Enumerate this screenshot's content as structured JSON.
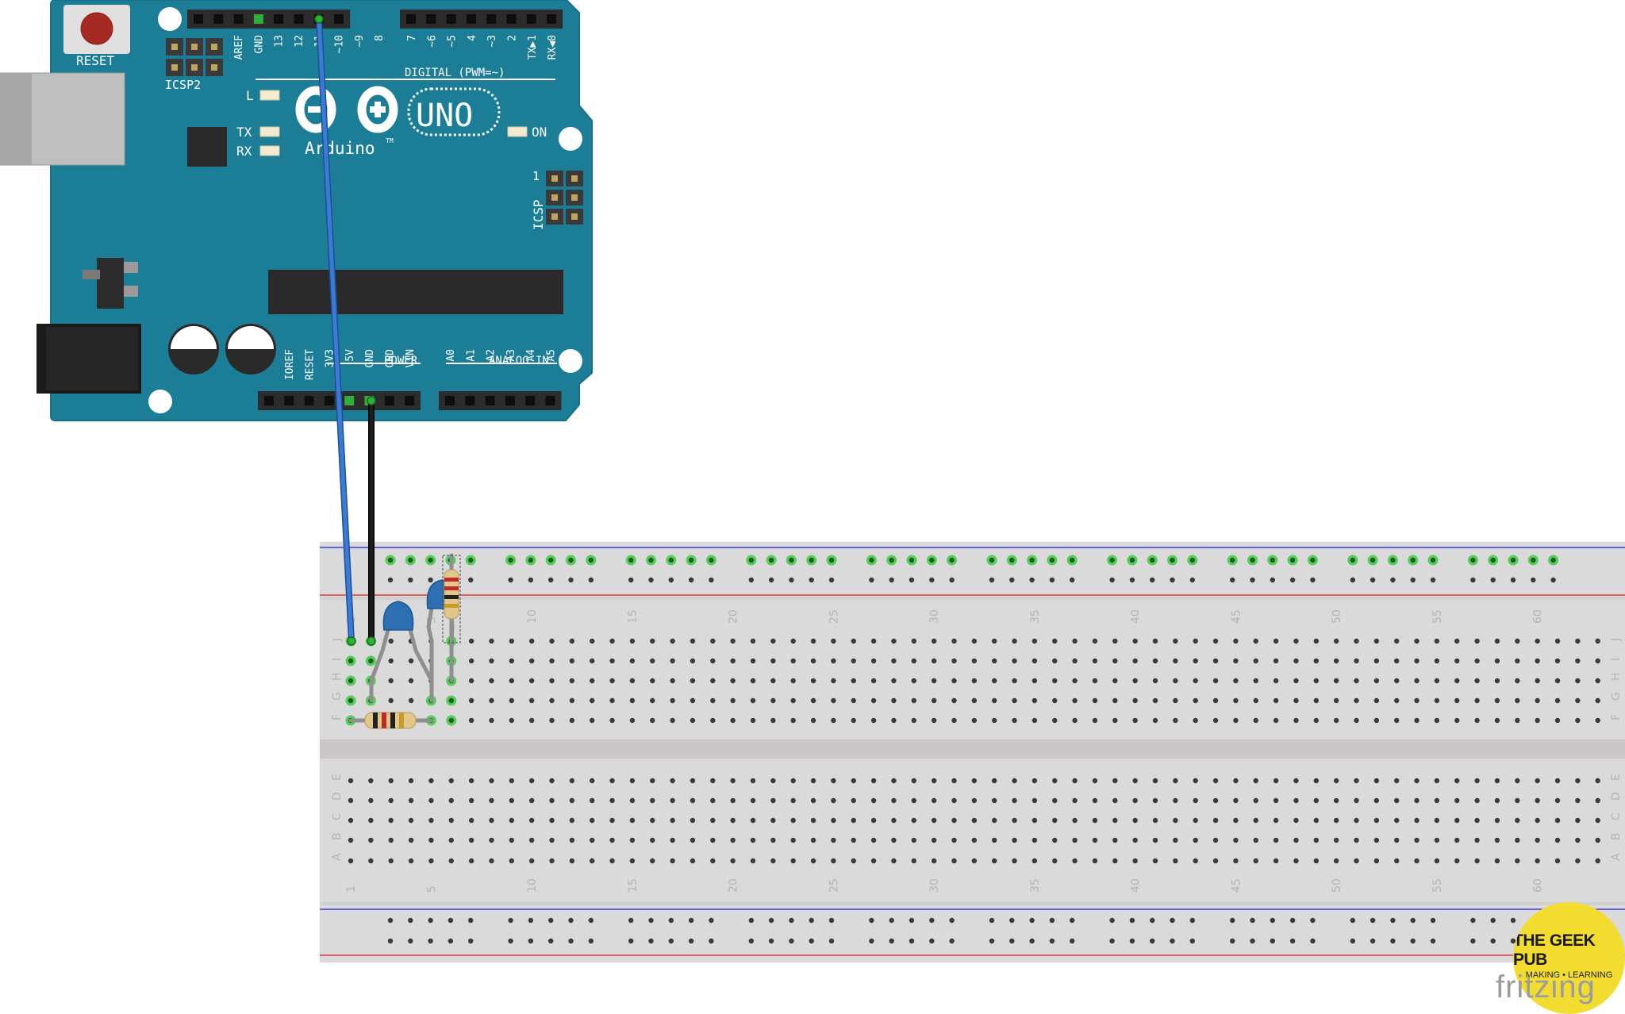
{
  "board": {
    "name": "UNO",
    "brand": "Arduino",
    "trademark": "TM",
    "reset_label": "RESET",
    "icsp2_label": "ICSP2",
    "icsp_label": "ICSP",
    "icsp_pin1": "1",
    "led_l": "L",
    "led_tx": "TX",
    "led_rx": "RX",
    "led_on": "ON",
    "digital_label": "DIGITAL (PWM=~)",
    "power_label": "POWER",
    "analog_label": "ANALOG IN",
    "digital_pins_left": [
      "AREF",
      "GND",
      "13",
      "12",
      "~11",
      "~10",
      "~9",
      "8"
    ],
    "digital_pins_right": [
      "7",
      "~6",
      "~5",
      "4",
      "~3",
      "2",
      "TX▶1",
      "RX◀0"
    ],
    "power_pins": [
      "IOREF",
      "RESET",
      "3V3",
      "5V",
      "GND",
      "GND",
      "VIN"
    ],
    "analog_pins": [
      "A0",
      "A1",
      "A2",
      "A3",
      "A4",
      "A5"
    ],
    "colors": {
      "board": "#1b7e96",
      "header": "#2c2c2c",
      "silk": "#ffffff"
    }
  },
  "breadboard": {
    "column_numbers": [
      "1",
      "5",
      "10",
      "15",
      "20",
      "25",
      "30",
      "35",
      "40",
      "45",
      "50",
      "55",
      "60"
    ],
    "rows_top": [
      "J",
      "I",
      "H",
      "G",
      "F"
    ],
    "rows_bottom": [
      "E",
      "D",
      "C",
      "B",
      "A"
    ],
    "colors": {
      "body": "#dadada",
      "hole": "#3a3a3a",
      "active_hole": "#35c93b",
      "rail_red": "#e03a3a",
      "rail_blue": "#3a3ae0"
    }
  },
  "wires": [
    {
      "name": "signal-wire",
      "color": "#3a7bd5",
      "from": "Arduino ~11",
      "to": "breadboard J1"
    },
    {
      "name": "ground-wire",
      "color": "#1e1e1e",
      "from": "Arduino GND",
      "to": "breadboard J2"
    }
  ],
  "components": [
    {
      "name": "ceramic-capacitor-1",
      "type": "capacitor",
      "color": "#2d6fb0"
    },
    {
      "name": "ceramic-capacitor-2",
      "type": "capacitor",
      "color": "#2d6fb0"
    },
    {
      "name": "resistor-horizontal",
      "type": "resistor",
      "bands": [
        "#222222",
        "#c22a2a",
        "#222222",
        "#c89a2a"
      ]
    },
    {
      "name": "resistor-vertical",
      "type": "resistor",
      "bands": [
        "#c22a2a",
        "#c22a2a",
        "#222222",
        "#c89a2a"
      ]
    }
  ],
  "badge": {
    "title": "THE GEEK PUB",
    "subtitle": "MAKING • LEARNING",
    "color": "#f2dc2f"
  },
  "watermark": "fritzing"
}
